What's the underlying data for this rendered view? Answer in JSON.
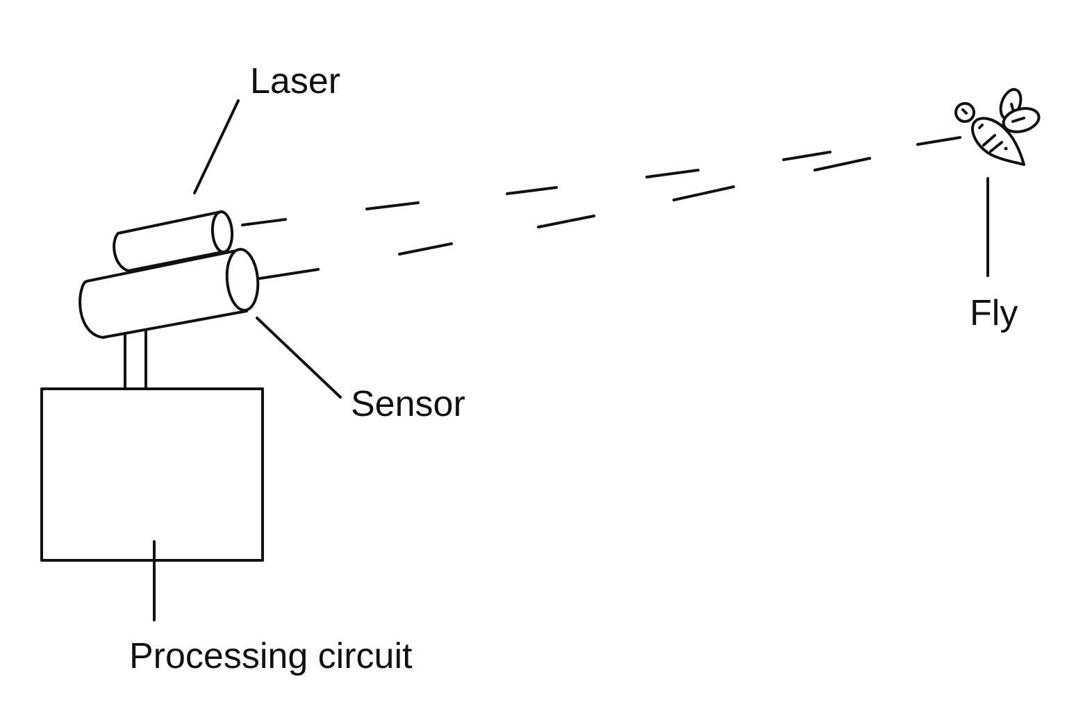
{
  "diagram": {
    "type": "schematic",
    "labels": {
      "laser": "Laser",
      "sensor": "Sensor",
      "fly": "Fly",
      "processing_circuit": "Processing circuit"
    },
    "components": [
      {
        "id": "laser",
        "shape": "cylinder"
      },
      {
        "id": "sensor",
        "shape": "cylinder"
      },
      {
        "id": "processing_circuit",
        "shape": "rectangle"
      },
      {
        "id": "fly",
        "shape": "insect-icon"
      }
    ],
    "beams": [
      {
        "from": "laser",
        "to": "fly",
        "style": "dashed"
      },
      {
        "from": "fly",
        "to": "sensor",
        "style": "dashed"
      }
    ],
    "colors": {
      "line": "#111111",
      "background": "#ffffff"
    }
  }
}
